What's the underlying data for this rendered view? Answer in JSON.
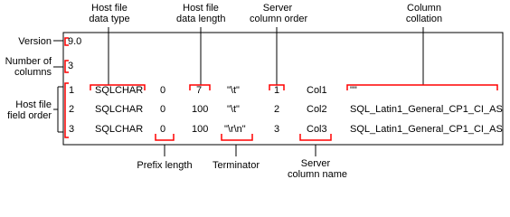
{
  "top_labels": {
    "host_type": [
      "Host file",
      "data type"
    ],
    "host_length": [
      "Host file",
      "data length"
    ],
    "server_order": [
      "Server",
      "column order"
    ],
    "collation": [
      "Column",
      "collation"
    ]
  },
  "left_labels": {
    "version": "Version",
    "num_columns": [
      "Number of",
      "columns"
    ],
    "field_order": [
      "Host file",
      "field order"
    ]
  },
  "bottom_labels": {
    "prefix": "Prefix length",
    "terminator": "Terminator",
    "server_name": [
      "Server",
      "column name"
    ]
  },
  "format_file": {
    "version": "9.0",
    "num_columns": "3",
    "rows": [
      [
        "1",
        "SQLCHAR",
        "0",
        "7",
        "\"\\t\"",
        "1",
        "Col1",
        "\"\""
      ],
      [
        "2",
        "SQLCHAR",
        "0",
        "100",
        "\"\\t\"",
        "2",
        "Col2",
        "SQL_Latin1_General_CP1_CI_AS"
      ],
      [
        "3",
        "SQLCHAR",
        "0",
        "100",
        "\"\\r\\n\"",
        "3",
        "Col3",
        "SQL_Latin1_General_CP1_CI_AS"
      ]
    ]
  },
  "colors": {
    "highlight": "#ff0000",
    "frame": "#000000",
    "text": "#000000"
  }
}
